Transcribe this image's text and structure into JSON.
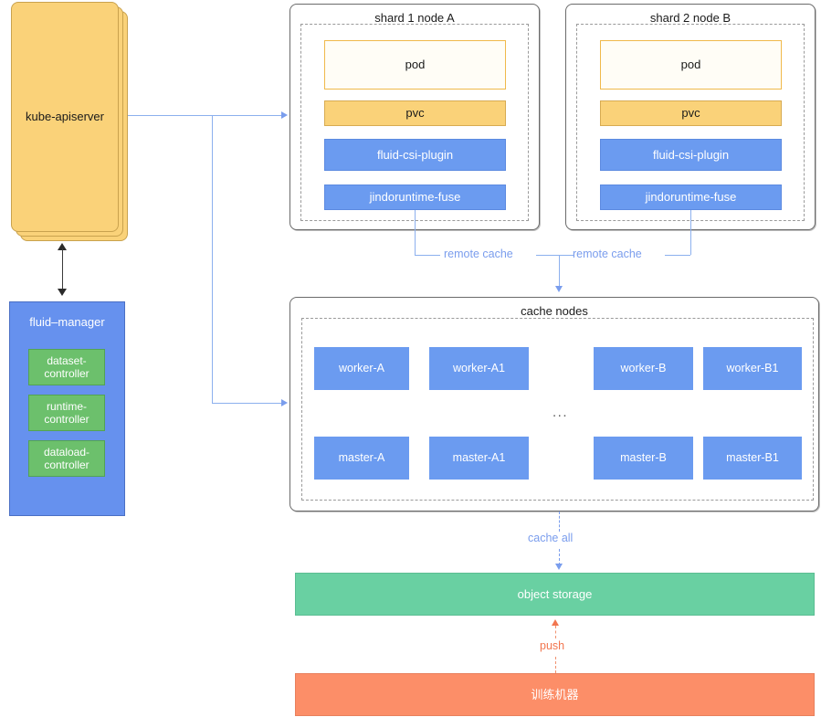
{
  "control_plane": {
    "apiserver": {
      "label": "kube-apiserver"
    },
    "fluid_manager": {
      "title": "fluid–manager",
      "controllers": [
        {
          "label": "dataset-\ncontroller"
        },
        {
          "label": "runtime-\ncontroller"
        },
        {
          "label": "dataload-\ncontroller"
        }
      ]
    }
  },
  "shards": [
    {
      "title": "shard 1 node A",
      "components": [
        {
          "label": "pod",
          "kind": "pod"
        },
        {
          "label": "pvc",
          "kind": "pvc"
        },
        {
          "label": "fluid-csi-plugin",
          "kind": "blue"
        },
        {
          "label": "jindoruntime-fuse",
          "kind": "blue"
        }
      ]
    },
    {
      "title": "shard 2 node B",
      "components": [
        {
          "label": "pod",
          "kind": "pod"
        },
        {
          "label": "pvc",
          "kind": "pvc"
        },
        {
          "label": "fluid-csi-plugin",
          "kind": "blue"
        },
        {
          "label": "jindoruntime-fuse",
          "kind": "blue"
        }
      ]
    }
  ],
  "cache_nodes": {
    "title": "cache nodes",
    "ellipsis": "...",
    "workers": [
      "worker-A",
      "worker-A1",
      "worker-B",
      "worker-B1"
    ],
    "masters": [
      "master-A",
      "master-A1",
      "master-B",
      "master-B1"
    ]
  },
  "storage": {
    "object_storage": {
      "label": "object storage"
    },
    "training_machine": {
      "label": "训练机器"
    }
  },
  "edges": {
    "remote_cache_left": "remote cache",
    "remote_cache_right": "remote cache",
    "cache_all": "cache all",
    "push": "push"
  },
  "colors": {
    "amber": "#fad279",
    "blue": "#6b9bf0",
    "manager_blue": "#6691ee",
    "green": "#6cc06c",
    "storage_green": "#69d0a2",
    "salmon": "#fc8e68",
    "connector_blue": "#8cb0ee",
    "push_orange": "#f2764f"
  }
}
